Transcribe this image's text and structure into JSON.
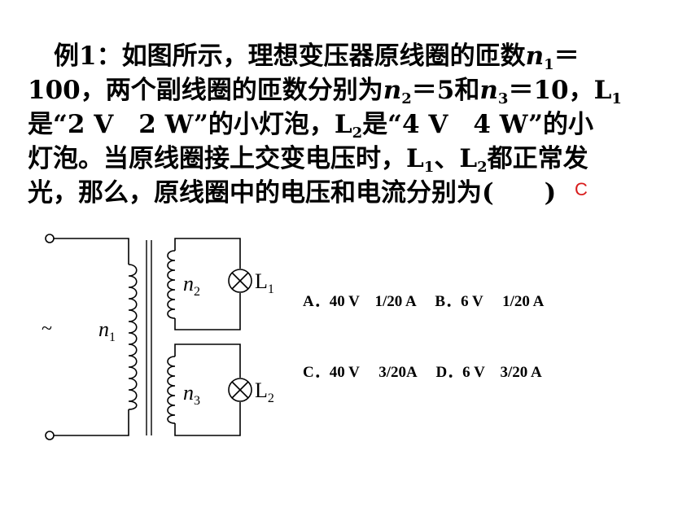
{
  "problem": {
    "line1": {
      "t1": "例1：如图所示，理想变压器原线圈的匝数",
      "var": "n",
      "sub": "1",
      "t2": "＝"
    },
    "line2": {
      "t1": "100，两个副线圈的匝数分别为",
      "var_a": "n",
      "sub_a": "2",
      "t2": "＝5和",
      "var_b": "n",
      "sub_b": "3",
      "t3": "＝10，L",
      "sub_c": "1"
    },
    "line3": {
      "t1": "是“2 V　2 W”的小灯泡，L",
      "sub": "2",
      "t2": "是“4 V　4 W”的小"
    },
    "line4": {
      "t1": "灯泡。当原线圈接上交变电压时，L",
      "sub_a": "1",
      "t2": "、L",
      "sub_b": "2",
      "t3": "都正常发"
    },
    "line5": {
      "t1": "光，那么，原线圈中的电压和电流分别为(　　)"
    }
  },
  "answer_mark": "C",
  "diagram": {
    "source_symbol": "~",
    "primary_var": "n",
    "primary_sub": "1",
    "secondary_top_var": "n",
    "secondary_top_sub": "2",
    "secondary_bottom_var": "n",
    "secondary_bottom_sub": "3",
    "lamp1_label": "L",
    "lamp1_sub": "1",
    "lamp2_label": "L",
    "lamp2_sub": "2"
  },
  "options": {
    "row1": "A．40 V　1/20 A　 B．6 V　 1/20 A",
    "row2": "C．40 V　 3/20A　 D．6 V　3/20 A"
  }
}
